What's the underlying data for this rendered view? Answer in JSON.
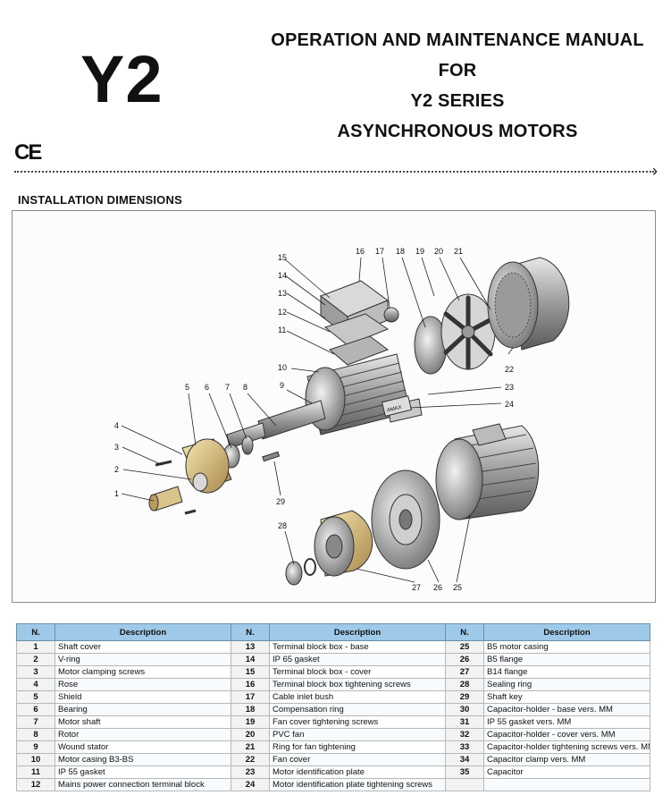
{
  "logo": "Y2",
  "title": {
    "line1": "OPERATION AND MAINTENANCE MANUAL",
    "line2": "FOR",
    "line3": "Y2 SERIES",
    "line4": "ASYNCHRONOUS MOTORS"
  },
  "ce_mark": "CE",
  "section_title": "INSTALLATION DIMENSIONS",
  "diagram": {
    "callouts": [
      "1",
      "2",
      "3",
      "4",
      "5",
      "6",
      "7",
      "8",
      "9",
      "10",
      "11",
      "12",
      "13",
      "14",
      "15",
      "16",
      "17",
      "18",
      "19",
      "20",
      "21",
      "22",
      "23",
      "24",
      "25",
      "26",
      "27",
      "28",
      "29"
    ],
    "nameplate_text": "AMAX"
  },
  "parts_table": {
    "headers": {
      "n": "N.",
      "description": "Description"
    },
    "columns": [
      [
        {
          "n": "1",
          "description": "Shaft cover"
        },
        {
          "n": "2",
          "description": "V-ring"
        },
        {
          "n": "3",
          "description": "Motor clamping screws"
        },
        {
          "n": "4",
          "description": "Rose"
        },
        {
          "n": "5",
          "description": "Shield"
        },
        {
          "n": "6",
          "description": "Bearing"
        },
        {
          "n": "7",
          "description": "Motor shaft"
        },
        {
          "n": "8",
          "description": "Rotor"
        },
        {
          "n": "9",
          "description": "Wound stator"
        },
        {
          "n": "10",
          "description": "Motor casing B3-BS"
        },
        {
          "n": "11",
          "description": "IP 55 gasket"
        },
        {
          "n": "12",
          "description": "Mains power connection terminal block"
        }
      ],
      [
        {
          "n": "13",
          "description": "Terminal block box - base"
        },
        {
          "n": "14",
          "description": "IP 65 gasket"
        },
        {
          "n": "15",
          "description": "Terminal block box - cover"
        },
        {
          "n": "16",
          "description": "Terminal block box tightening screws"
        },
        {
          "n": "17",
          "description": "Cable inlet bush"
        },
        {
          "n": "18",
          "description": "Compensation ring"
        },
        {
          "n": "19",
          "description": "Fan cover tightening screws"
        },
        {
          "n": "20",
          "description": "PVC fan"
        },
        {
          "n": "21",
          "description": "Ring for fan tightening"
        },
        {
          "n": "22",
          "description": "Fan cover"
        },
        {
          "n": "23",
          "description": "Motor identification plate"
        },
        {
          "n": "24",
          "description": "Motor identification plate tightening screws"
        }
      ],
      [
        {
          "n": "25",
          "description": "B5 motor casing"
        },
        {
          "n": "26",
          "description": "B5 flange"
        },
        {
          "n": "27",
          "description": "B14 flange"
        },
        {
          "n": "28",
          "description": "Sealing ring"
        },
        {
          "n": "29",
          "description": "Shaft key"
        },
        {
          "n": "30",
          "description": "Capacitor-holder - base vers. MM"
        },
        {
          "n": "31",
          "description": "IP 55 gasket vers. MM"
        },
        {
          "n": "32",
          "description": "Capacitor-holder - cover vers. MM"
        },
        {
          "n": "33",
          "description": "Capacitor-holder tightening screws vers. MM"
        },
        {
          "n": "34",
          "description": "Capacitor clamp vers. MM"
        },
        {
          "n": "35",
          "description": "Capacitor"
        },
        {
          "n": "",
          "description": ""
        }
      ]
    ]
  }
}
